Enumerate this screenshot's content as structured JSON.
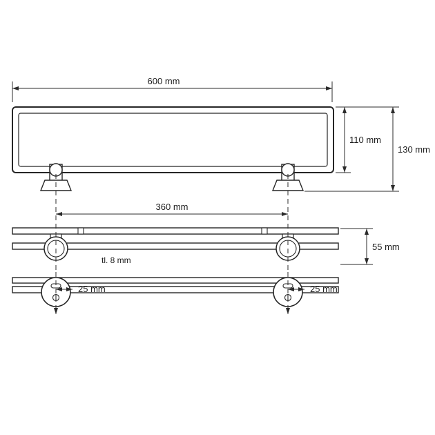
{
  "drawing": {
    "description": "glass-shelf-technical-drawing",
    "line_color": "#262626",
    "background": "#ffffff"
  },
  "dims": {
    "width": "600 mm",
    "front_height": "110 mm",
    "total_height": "130 mm",
    "mount_spacing": "360 mm",
    "thickness": "tl. 8 mm",
    "depth": "55 mm",
    "offset_left": "25 mm",
    "offset_right": "25 mm"
  }
}
